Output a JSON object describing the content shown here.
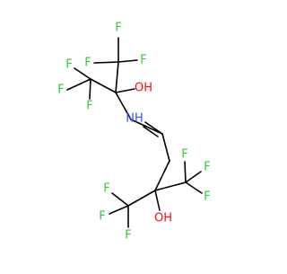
{
  "colors": {
    "background": "#ffffff",
    "bond": "#000000",
    "fluorine": "#33cc33",
    "oxygen": "#ff0d0d",
    "nitrogen": "#3050f8"
  },
  "atoms": {
    "f_top": "F",
    "f_top_left": "F",
    "f_top_right": "F",
    "f_left_upper": "F",
    "f_left_mid": "F",
    "f_left_lower": "F",
    "oh_upper": "OH",
    "imine_nh": "NH",
    "f_right_upper": "F",
    "f_right_mid": "F",
    "f_right_lower": "F",
    "f_bot_left_upper": "F",
    "f_bot_left_lower": "F",
    "f_bottom": "F",
    "oh_lower": "OH"
  }
}
